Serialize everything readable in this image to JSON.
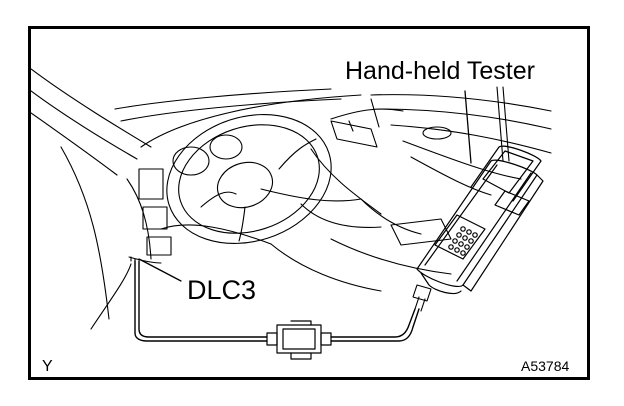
{
  "figure": {
    "labels": {
      "tester": "Hand-held Tester",
      "dlc3": "DLC3",
      "corner_left": "Y",
      "figure_code": "A53784"
    },
    "colors": {
      "line": "#000000",
      "background": "#ffffff"
    }
  }
}
